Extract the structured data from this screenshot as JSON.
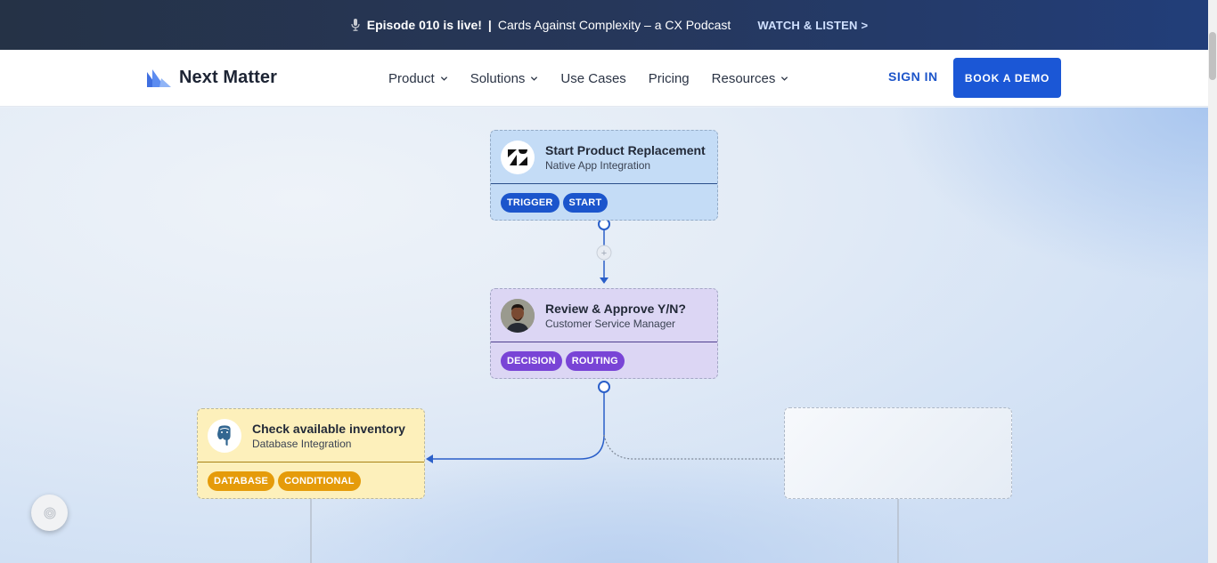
{
  "announcement": {
    "episode": "Episode 010 is live!",
    "separator": "|",
    "podcast": "Cards Against Complexity – a CX Podcast",
    "cta": "WATCH & LISTEN >"
  },
  "header": {
    "brand": "Next Matter",
    "nav": [
      {
        "label": "Product",
        "has_dropdown": true
      },
      {
        "label": "Solutions",
        "has_dropdown": true
      },
      {
        "label": "Use Cases",
        "has_dropdown": false
      },
      {
        "label": "Pricing",
        "has_dropdown": false
      },
      {
        "label": "Resources",
        "has_dropdown": true
      }
    ],
    "sign_in": "SIGN IN",
    "book_demo": "BOOK A DEMO"
  },
  "workflow": {
    "cards": [
      {
        "title": "Start Product Replacement",
        "subtitle": "Native App Integration",
        "badges": [
          "TRIGGER",
          "START"
        ],
        "icon": "zendesk-icon",
        "color": "#c4dcf6"
      },
      {
        "title": "Review & Approve Y/N?",
        "subtitle": "Customer Service Manager",
        "badges": [
          "DECISION",
          "ROUTING"
        ],
        "icon": "user-avatar",
        "color": "#dcd6f4"
      },
      {
        "title": "Check available inventory",
        "subtitle": "Database Integration",
        "badges": [
          "DATABASE",
          "CONDITIONAL"
        ],
        "icon": "postgresql-icon",
        "color": "#fdf0bb"
      }
    ]
  },
  "colors": {
    "accent": "#1b57d6",
    "announce_bg": "#253246",
    "purple_badge": "#7944d6",
    "yellow_badge": "#e59b0a"
  }
}
